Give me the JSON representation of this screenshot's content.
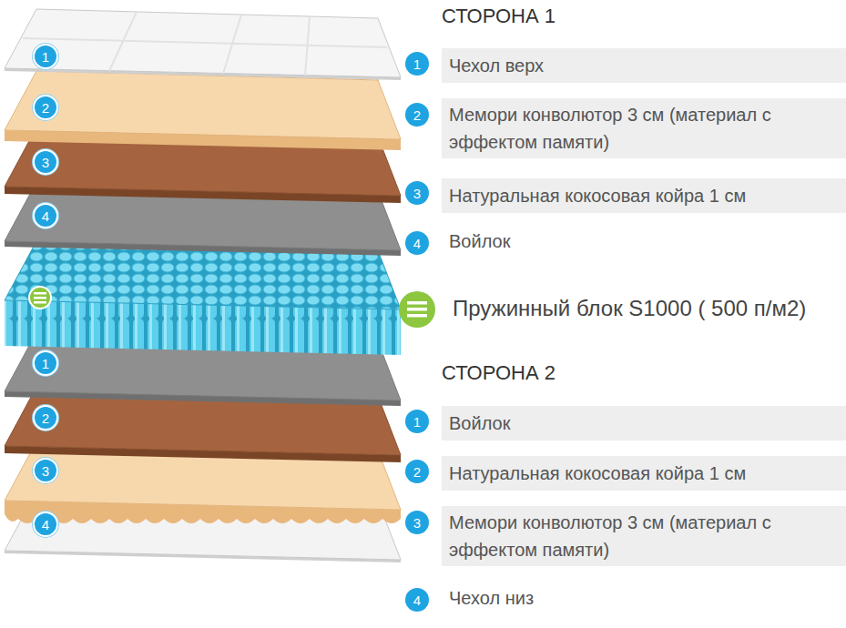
{
  "diagram": {
    "nodes": [
      {
        "text": [
          "1"
        ]
      },
      {
        "text": [
          "2"
        ]
      },
      {
        "text": [
          "3"
        ]
      },
      {
        "text": [
          "4"
        ]
      },
      {
        "text": [
          "1"
        ]
      },
      {
        "text": [
          "2"
        ]
      },
      {
        "text": [
          "3"
        ]
      },
      {
        "text": [
          "4"
        ]
      },
      {
        "text": [
          "1"
        ]
      },
      {
        "text": [
          "Чехол верх"
        ]
      },
      {
        "text": [
          "2"
        ]
      },
      {
        "text": [
          "Мемори конволютор 3 см (материал с эффектом памяти)"
        ]
      },
      {
        "text": [
          "3"
        ]
      },
      {
        "text": [
          "Натуральная кокосовая койра 1 см"
        ]
      },
      {
        "text": [
          "4"
        ]
      },
      {
        "text": [
          "1"
        ]
      },
      {
        "text": [
          "Войлок"
        ]
      },
      {
        "text": [
          "2"
        ]
      },
      {
        "text": [
          "Натуральная кокосовая койра 1 см"
        ]
      },
      {
        "text": [
          "3"
        ]
      },
      {
        "text": [
          "Мемори конволютор 3 см (материал с эффектом памяти)"
        ]
      },
      {
        "text": [
          "4"
        ]
      }
    ],
    "labels": [
      "СТОРОНА 1",
      "Войлок",
      "Пружинный блок S1000 ( 500 п/м2)",
      "СТОРОНА 2",
      "Чехол низ"
    ]
  }
}
